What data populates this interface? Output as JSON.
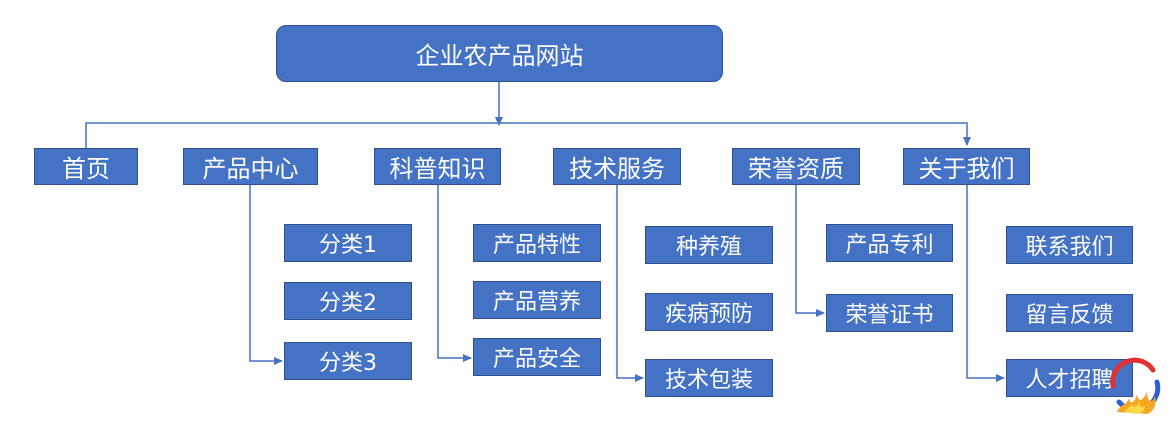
{
  "root": {
    "label": "企业农产品网站"
  },
  "sections": [
    {
      "label": "首页",
      "children": []
    },
    {
      "label": "产品中心",
      "children": [
        "分类1",
        "分类2",
        "分类3"
      ]
    },
    {
      "label": "科普知识",
      "children": [
        "产品特性",
        "产品营养",
        "产品安全"
      ]
    },
    {
      "label": "技术服务",
      "children": [
        "种养殖",
        "疾病预防",
        "技术包装"
      ]
    },
    {
      "label": "荣誉资质",
      "children": [
        "产品专利",
        "荣誉证书"
      ]
    },
    {
      "label": "关于我们",
      "children": [
        "联系我们",
        "留言反馈",
        "人才招聘"
      ]
    }
  ],
  "colors": {
    "node_fill": "#4472c4",
    "node_border": "#2f528f",
    "text": "#ffffff",
    "connector": "#4472c4"
  },
  "icons": {
    "corner_logo": "flame-swirl-logo-icon"
  }
}
